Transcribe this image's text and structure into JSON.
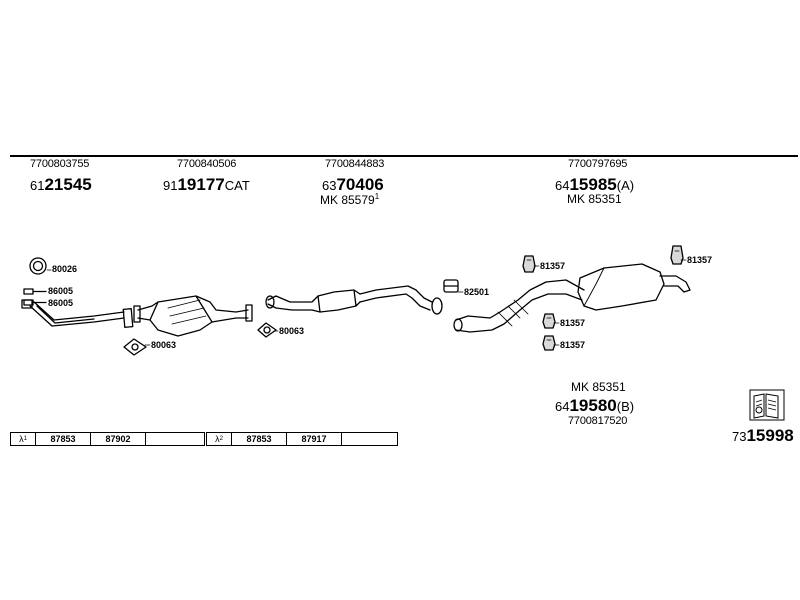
{
  "groups": [
    {
      "oe": "7700803755",
      "prefix": "61",
      "bold": "21545",
      "suffix": ""
    },
    {
      "oe": "7700840506",
      "prefix": "91",
      "bold": "19177",
      "suffix": "CAT"
    },
    {
      "oe": "7700844883",
      "prefix": "63",
      "bold": "70406",
      "suffix": "",
      "mk": "MK  85579",
      "mk_sup": "1"
    },
    {
      "oe": "7700797695",
      "prefix": "64",
      "bold": "15985",
      "suffix": "(A)",
      "mk": "MK  85351"
    },
    {
      "oe": "7700817520",
      "prefix": "64",
      "bold": "19580",
      "suffix": "(B)",
      "mk": "MK  85351"
    }
  ],
  "callouts": [
    "80026",
    "86005",
    "86005",
    "80063",
    "80063",
    "82501",
    "81357",
    "81357",
    "81357",
    "81357"
  ],
  "kits": [
    {
      "label": "λ",
      "sup": "1",
      "cells": [
        "87853",
        "87902",
        ""
      ]
    },
    {
      "label": "λ",
      "sup": "2",
      "cells": [
        "87853",
        "87917",
        ""
      ]
    }
  ],
  "diagram_number": {
    "prefix": "73",
    "bold": "15998"
  },
  "icon": "book-info-icon",
  "colors": {
    "line": "#000000",
    "background": "#ffffff",
    "part_fill": "#d9d9d9"
  }
}
